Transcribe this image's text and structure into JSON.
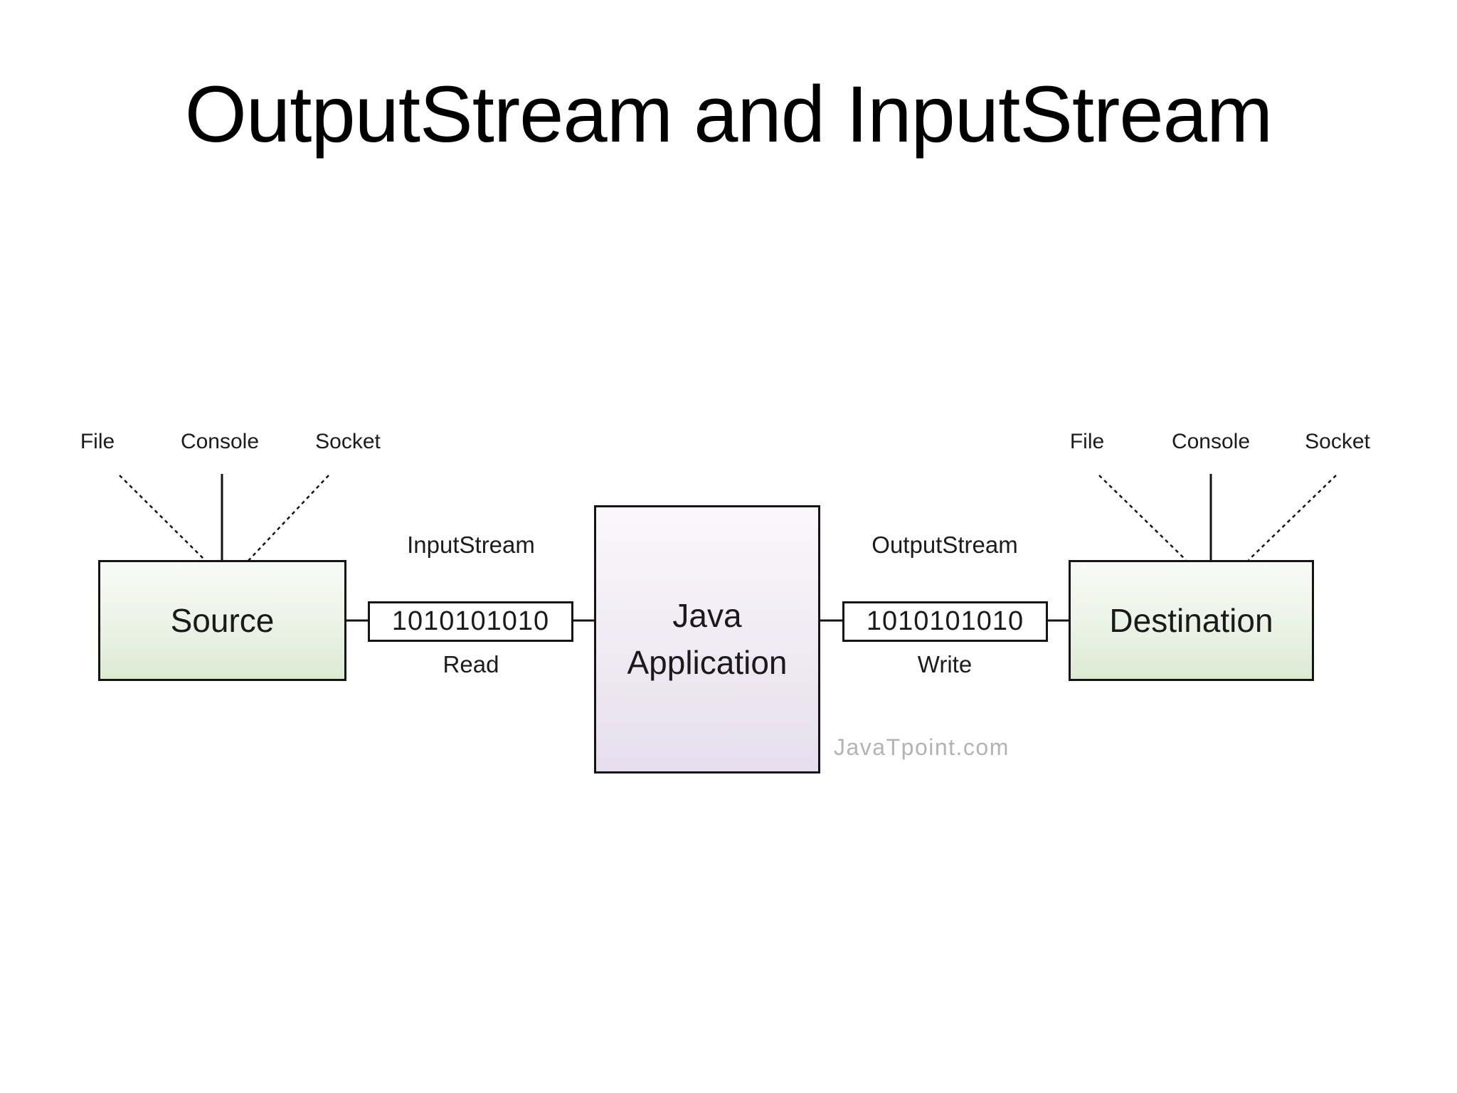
{
  "title": "OutputStream and InputStream",
  "diagram": {
    "source": {
      "label": "Source",
      "endpoints": [
        {
          "label": "File"
        },
        {
          "label": "Console"
        },
        {
          "label": "Socket"
        }
      ]
    },
    "destination": {
      "label": "Destination",
      "endpoints": [
        {
          "label": "File"
        },
        {
          "label": "Console"
        },
        {
          "label": "Socket"
        }
      ]
    },
    "application": {
      "label_line1": "Java",
      "label_line2": "Application"
    },
    "input_flow": {
      "stream_label": "InputStream",
      "data_bits": "1010101010",
      "operation": "Read"
    },
    "output_flow": {
      "stream_label": "OutputStream",
      "data_bits": "1010101010",
      "operation": "Write"
    },
    "watermark": "JavaTpoint.com",
    "colors": {
      "box_border": "#141414",
      "line_color": "#141414",
      "endpoint_box_top": "#f8faf6",
      "endpoint_box_mid": "#eef4e9",
      "endpoint_box_bottom": "#dcead3",
      "app_box_top": "#faf8fb",
      "app_box_mid": "#f1ecf4",
      "app_box_bottom": "#e6deed",
      "watermark_color": "#b3b3b3"
    }
  }
}
